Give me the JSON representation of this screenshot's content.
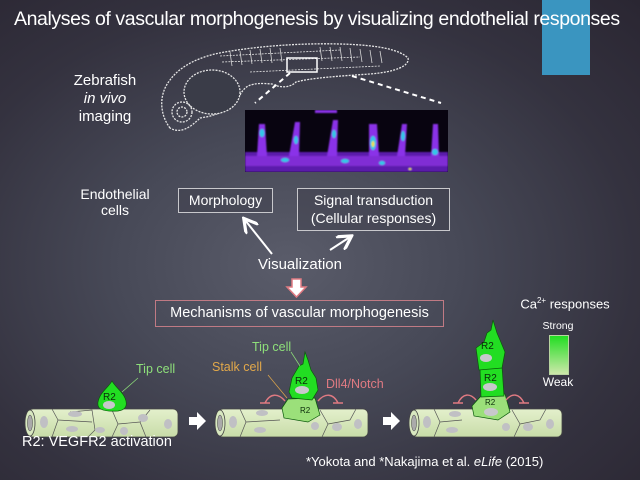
{
  "title": "Analyses of vascular morphogenesis by visualizing endothelial responses",
  "accent_color": "#3a95c0",
  "zebrafish_label": {
    "line1": "Zebrafish",
    "line2": "in vivo",
    "line3": "imaging"
  },
  "endothelial_label": {
    "line1": "Endothelial",
    "line2": "cells"
  },
  "boxes": {
    "morphology": "Morphology",
    "signal_line1": "Signal transduction",
    "signal_line2": "(Cellular responses)"
  },
  "visualization": "Visualization",
  "mechanisms": "Mechanisms of vascular morphogenesis",
  "legend": {
    "title_prefix": "Ca",
    "title_sup": "2+",
    "title_suffix": " responses",
    "strong": "Strong",
    "weak": "Weak",
    "strong_color": "#22dd22",
    "weak_color": "#cce8aa"
  },
  "stages": {
    "stage1": {
      "tip_label": "Tip cell",
      "tip_receptor": "R2"
    },
    "stage2": {
      "tip_label": "Tip cell",
      "stalk_label": "Stalk cell",
      "signal_label": "Dll4/Notch",
      "tip_receptor": "R2",
      "stalk_receptor": "R2"
    },
    "stage3": {
      "receptor_top": "R2",
      "receptor_mid": "R2",
      "receptor_base": "R2"
    }
  },
  "colors": {
    "tip_label": "#8ee07a",
    "stalk_label": "#e2a84a",
    "notch_label": "#e07a82"
  },
  "footnote": "R2: VEGFR2 activation",
  "citation": {
    "authors": "*Yokota and *Nakajima  et al. ",
    "journal": "eLife",
    "year": " (2015)"
  }
}
